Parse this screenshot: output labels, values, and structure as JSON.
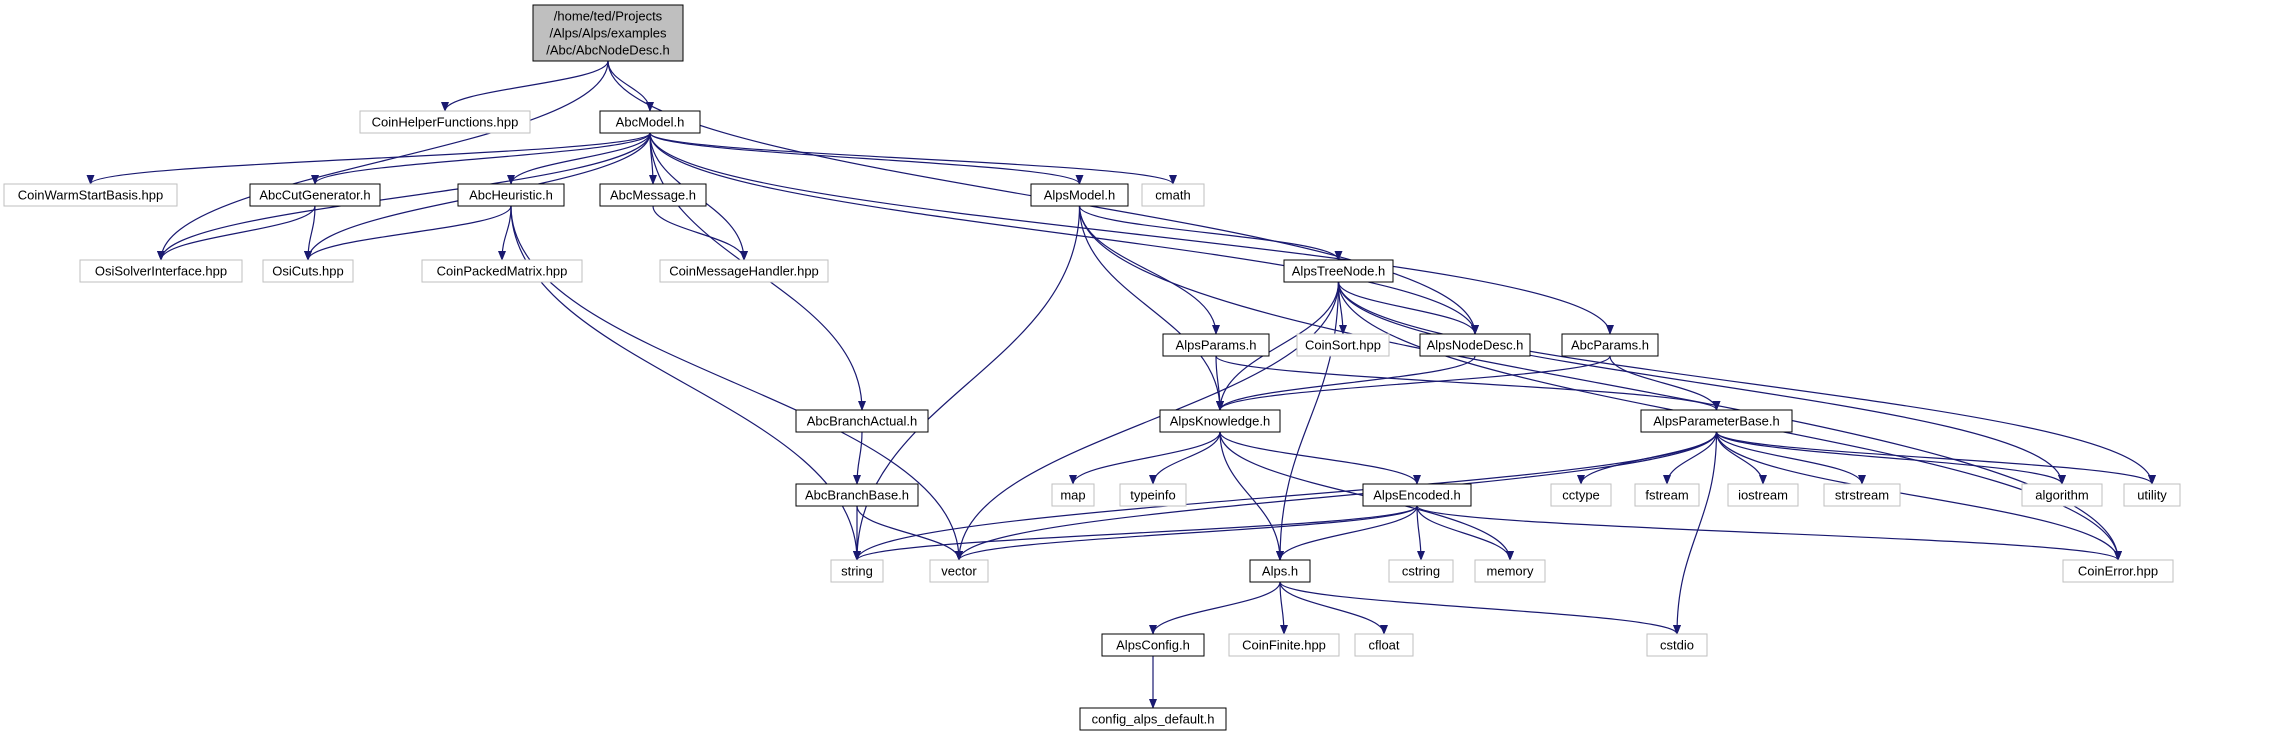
{
  "nodes": [
    {
      "id": "root",
      "lines": [
        "/home/ted/Projects",
        "/Alps/Alps/examples",
        "/Abc/AbcNodeDesc.h"
      ],
      "kind": "root"
    },
    {
      "id": "coinhelper",
      "lines": [
        "CoinHelperFunctions.hpp"
      ],
      "kind": "external"
    },
    {
      "id": "abcmodel",
      "lines": [
        "AbcModel.h"
      ],
      "kind": "local"
    },
    {
      "id": "coinwarm",
      "lines": [
        "CoinWarmStartBasis.hpp"
      ],
      "kind": "external"
    },
    {
      "id": "abccutgen",
      "lines": [
        "AbcCutGenerator.h"
      ],
      "kind": "local"
    },
    {
      "id": "abcheur",
      "lines": [
        "AbcHeuristic.h"
      ],
      "kind": "local"
    },
    {
      "id": "abcmsg",
      "lines": [
        "AbcMessage.h"
      ],
      "kind": "local"
    },
    {
      "id": "alpsmodel",
      "lines": [
        "AlpsModel.h"
      ],
      "kind": "local"
    },
    {
      "id": "cmath",
      "lines": [
        "cmath"
      ],
      "kind": "external"
    },
    {
      "id": "osisolver",
      "lines": [
        "OsiSolverInterface.hpp"
      ],
      "kind": "external"
    },
    {
      "id": "osicuts",
      "lines": [
        "OsiCuts.hpp"
      ],
      "kind": "external"
    },
    {
      "id": "coinpacked",
      "lines": [
        "CoinPackedMatrix.hpp"
      ],
      "kind": "external"
    },
    {
      "id": "coinmsghandler",
      "lines": [
        "CoinMessageHandler.hpp"
      ],
      "kind": "external"
    },
    {
      "id": "alpstreenode",
      "lines": [
        "AlpsTreeNode.h"
      ],
      "kind": "local"
    },
    {
      "id": "coinsort",
      "lines": [
        "CoinSort.hpp"
      ],
      "kind": "external"
    },
    {
      "id": "alpsnodedesc",
      "lines": [
        "AlpsNodeDesc.h"
      ],
      "kind": "local"
    },
    {
      "id": "abcparams",
      "lines": [
        "AbcParams.h"
      ],
      "kind": "local"
    },
    {
      "id": "alpsparams",
      "lines": [
        "AlpsParams.h"
      ],
      "kind": "local"
    },
    {
      "id": "abcbranchactual",
      "lines": [
        "AbcBranchActual.h"
      ],
      "kind": "local"
    },
    {
      "id": "alpsknowledge",
      "lines": [
        "AlpsKnowledge.h"
      ],
      "kind": "local"
    },
    {
      "id": "alpsparambase",
      "lines": [
        "AlpsParameterBase.h"
      ],
      "kind": "local"
    },
    {
      "id": "abcbranchbase",
      "lines": [
        "AbcBranchBase.h"
      ],
      "kind": "local"
    },
    {
      "id": "map",
      "lines": [
        "map"
      ],
      "kind": "external"
    },
    {
      "id": "typeinfo",
      "lines": [
        "typeinfo"
      ],
      "kind": "external"
    },
    {
      "id": "alpsencoded",
      "lines": [
        "AlpsEncoded.h"
      ],
      "kind": "local"
    },
    {
      "id": "cctype",
      "lines": [
        "cctype"
      ],
      "kind": "external"
    },
    {
      "id": "fstream",
      "lines": [
        "fstream"
      ],
      "kind": "external"
    },
    {
      "id": "iostream",
      "lines": [
        "iostream"
      ],
      "kind": "external"
    },
    {
      "id": "strstream",
      "lines": [
        "strstream"
      ],
      "kind": "external"
    },
    {
      "id": "algorithm",
      "lines": [
        "algorithm"
      ],
      "kind": "external"
    },
    {
      "id": "utility",
      "lines": [
        "utility"
      ],
      "kind": "external"
    },
    {
      "id": "string",
      "lines": [
        "string"
      ],
      "kind": "external"
    },
    {
      "id": "vector",
      "lines": [
        "vector"
      ],
      "kind": "external"
    },
    {
      "id": "alpsh",
      "lines": [
        "Alps.h"
      ],
      "kind": "local"
    },
    {
      "id": "cstring",
      "lines": [
        "cstring"
      ],
      "kind": "external"
    },
    {
      "id": "memory",
      "lines": [
        "memory"
      ],
      "kind": "external"
    },
    {
      "id": "coinerror",
      "lines": [
        "CoinError.hpp"
      ],
      "kind": "external"
    },
    {
      "id": "alpsconfig",
      "lines": [
        "AlpsConfig.h"
      ],
      "kind": "local"
    },
    {
      "id": "coinfinite",
      "lines": [
        "CoinFinite.hpp"
      ],
      "kind": "external"
    },
    {
      "id": "cfloat",
      "lines": [
        "cfloat"
      ],
      "kind": "external"
    },
    {
      "id": "cstdio",
      "lines": [
        "cstdio"
      ],
      "kind": "external"
    },
    {
      "id": "configalps",
      "lines": [
        "config_alps_default.h"
      ],
      "kind": "local"
    }
  ],
  "edges": [
    [
      "root",
      "coinhelper"
    ],
    [
      "root",
      "abcmodel"
    ],
    [
      "root",
      "osisolver"
    ],
    [
      "root",
      "alpsnodedesc"
    ],
    [
      "abcmodel",
      "coinwarm"
    ],
    [
      "abcmodel",
      "abccutgen"
    ],
    [
      "abcmodel",
      "abcheur"
    ],
    [
      "abcmodel",
      "abcmsg"
    ],
    [
      "abcmodel",
      "alpsmodel"
    ],
    [
      "abcmodel",
      "cmath"
    ],
    [
      "abcmodel",
      "osisolver"
    ],
    [
      "abcmodel",
      "osicuts"
    ],
    [
      "abcmodel",
      "coinmsghandler"
    ],
    [
      "abcmodel",
      "abcbranchactual"
    ],
    [
      "abcmodel",
      "abcparams"
    ],
    [
      "abcmodel",
      "alpsnodedesc"
    ],
    [
      "abccutgen",
      "osisolver"
    ],
    [
      "abccutgen",
      "osicuts"
    ],
    [
      "abcheur",
      "osicuts"
    ],
    [
      "abcheur",
      "coinpacked"
    ],
    [
      "abcheur",
      "string"
    ],
    [
      "abcheur",
      "vector"
    ],
    [
      "abcmsg",
      "coinmsghandler"
    ],
    [
      "alpsmodel",
      "alpstreenode"
    ],
    [
      "alpsmodel",
      "alpsparams"
    ],
    [
      "alpsmodel",
      "alpsknowledge"
    ],
    [
      "alpsmodel",
      "string"
    ],
    [
      "alpsmodel",
      "coinerror"
    ],
    [
      "alpstreenode",
      "coinsort"
    ],
    [
      "alpstreenode",
      "alpsnodedesc"
    ],
    [
      "alpstreenode",
      "alpsknowledge"
    ],
    [
      "alpstreenode",
      "vector"
    ],
    [
      "alpstreenode",
      "alpsh"
    ],
    [
      "alpstreenode",
      "algorithm"
    ],
    [
      "alpstreenode",
      "utility"
    ],
    [
      "alpstreenode",
      "coinerror"
    ],
    [
      "alpsnodedesc",
      "alpsknowledge"
    ],
    [
      "abcparams",
      "alpsknowledge"
    ],
    [
      "abcparams",
      "alpsparambase"
    ],
    [
      "alpsparams",
      "alpsknowledge"
    ],
    [
      "alpsparams",
      "alpsparambase"
    ],
    [
      "abcbranchactual",
      "abcbranchbase"
    ],
    [
      "abcbranchbase",
      "string"
    ],
    [
      "abcbranchbase",
      "vector"
    ],
    [
      "alpsknowledge",
      "map"
    ],
    [
      "alpsknowledge",
      "typeinfo"
    ],
    [
      "alpsknowledge",
      "alpsencoded"
    ],
    [
      "alpsknowledge",
      "alpsh"
    ],
    [
      "alpsknowledge",
      "memory"
    ],
    [
      "alpsparambase",
      "cctype"
    ],
    [
      "alpsparambase",
      "fstream"
    ],
    [
      "alpsparambase",
      "iostream"
    ],
    [
      "alpsparambase",
      "strstream"
    ],
    [
      "alpsparambase",
      "algorithm"
    ],
    [
      "alpsparambase",
      "utility"
    ],
    [
      "alpsparambase",
      "coinerror"
    ],
    [
      "alpsparambase",
      "string"
    ],
    [
      "alpsparambase",
      "vector"
    ],
    [
      "alpsparambase",
      "cstdio"
    ],
    [
      "alpsencoded",
      "string"
    ],
    [
      "alpsencoded",
      "vector"
    ],
    [
      "alpsencoded",
      "alpsh"
    ],
    [
      "alpsencoded",
      "cstring"
    ],
    [
      "alpsencoded",
      "memory"
    ],
    [
      "alpsencoded",
      "coinerror"
    ],
    [
      "alpsh",
      "alpsconfig"
    ],
    [
      "alpsh",
      "coinfinite"
    ],
    [
      "alpsh",
      "cfloat"
    ],
    [
      "alpsh",
      "cstdio"
    ],
    [
      "alpsconfig",
      "configalps"
    ]
  ]
}
